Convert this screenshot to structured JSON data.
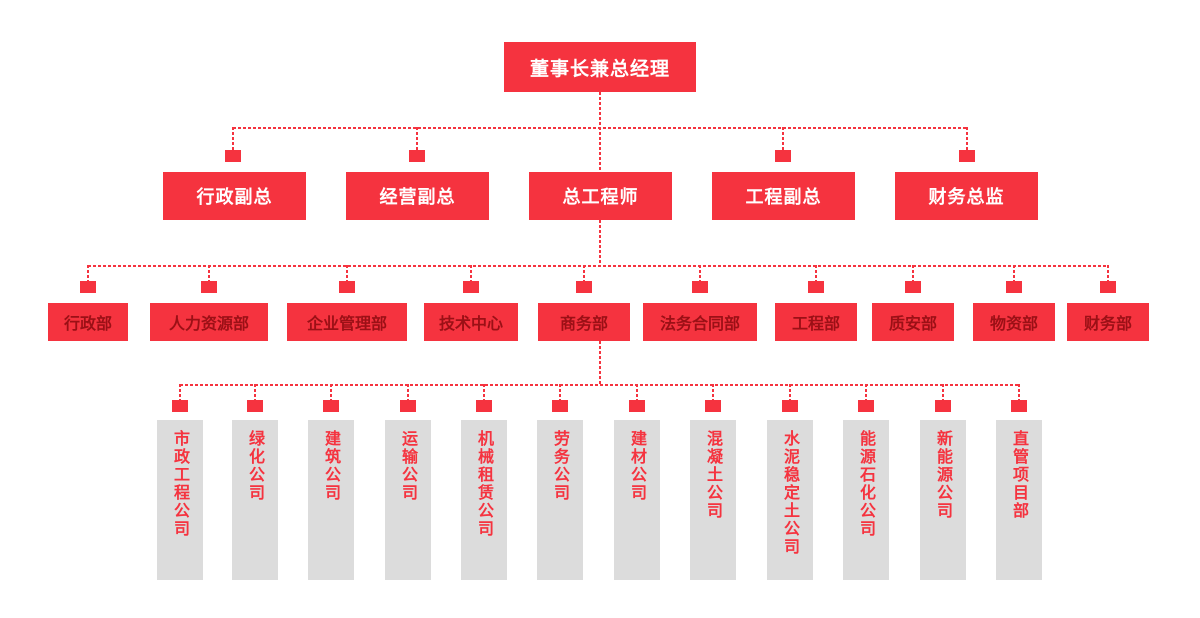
{
  "colors": {
    "node_red": "#f5333f",
    "level3_text": "#9b1016",
    "level4_box_gray": "#dcdcdc",
    "level4_text": "#f5333f",
    "connector": "#f5333f"
  },
  "org": {
    "root": {
      "label": "董事长兼总经理"
    },
    "level2": [
      {
        "label": "行政副总"
      },
      {
        "label": "经营副总"
      },
      {
        "label": "总工程师"
      },
      {
        "label": "工程副总"
      },
      {
        "label": "财务总监"
      }
    ],
    "level3": [
      {
        "label": "行政部"
      },
      {
        "label": "人力资源部"
      },
      {
        "label": "企业管理部"
      },
      {
        "label": "技术中心"
      },
      {
        "label": "商务部"
      },
      {
        "label": "法务合同部"
      },
      {
        "label": "工程部"
      },
      {
        "label": "质安部"
      },
      {
        "label": "物资部"
      },
      {
        "label": "财务部"
      }
    ],
    "level4": [
      {
        "label": "市政工程公司"
      },
      {
        "label": "绿化公司"
      },
      {
        "label": "建筑公司"
      },
      {
        "label": "运输公司"
      },
      {
        "label": "机械租赁公司"
      },
      {
        "label": "劳务公司"
      },
      {
        "label": "建材公司"
      },
      {
        "label": "混凝土公司"
      },
      {
        "label": "水泥稳定土公司"
      },
      {
        "label": "能源石化公司"
      },
      {
        "label": "新能源公司"
      },
      {
        "label": "直管项目部"
      }
    ]
  }
}
